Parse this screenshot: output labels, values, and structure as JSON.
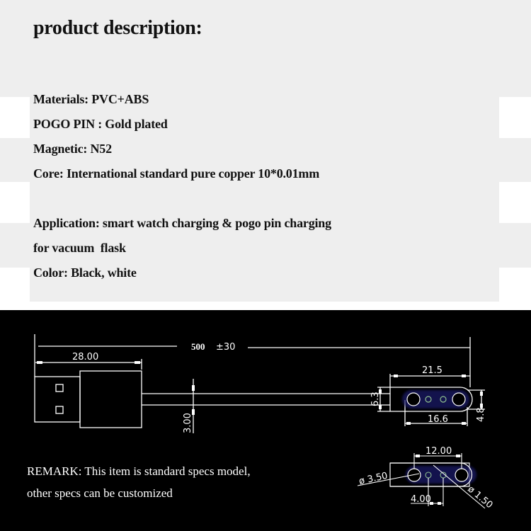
{
  "header": {
    "title": "product description:"
  },
  "specs": [
    {
      "label": "Materials",
      "text": "Materials: PVC+ABS"
    },
    {
      "label": "POGO PIN",
      "text": "POGO PIN : Gold plated"
    },
    {
      "label": "Magnetic",
      "text": "Magnetic: N52"
    },
    {
      "label": "Core",
      "text": "Core: International standard pure copper 10*0.01mm"
    },
    {
      "label": "Application",
      "text": "Application: smart watch charging & pogo pin charging"
    },
    {
      "label": "Application-cont",
      "text": "for vacuum  flask"
    },
    {
      "label": "Color",
      "text": "Color: Black, white"
    }
  ],
  "drawing": {
    "overall_length": "500",
    "overall_tolerance": "±30",
    "usb_length": "28.00",
    "cable_diameter": "3.00",
    "head_length": "21.5",
    "head_height": "6.3",
    "pin_span": "16.6",
    "head_inner_height": "4.8",
    "pin_center_distance": "12.00",
    "large_pin_diameter": "ø 3.50",
    "pin_pitch": "4.00",
    "small_pin_diameter": "ø 1.50",
    "colors": {
      "background": "#000000",
      "line": "#ffffff",
      "pin_glow": "#1c1c6e",
      "small_pin": "#8fbf8f"
    }
  },
  "remark": {
    "line1": "REMARK: This item is standard specs model,",
    "line2": "other specs can be customized"
  },
  "colors": {
    "panel_bg": "#eeeeee",
    "band_white": "#ffffff",
    "text": "#111111"
  }
}
